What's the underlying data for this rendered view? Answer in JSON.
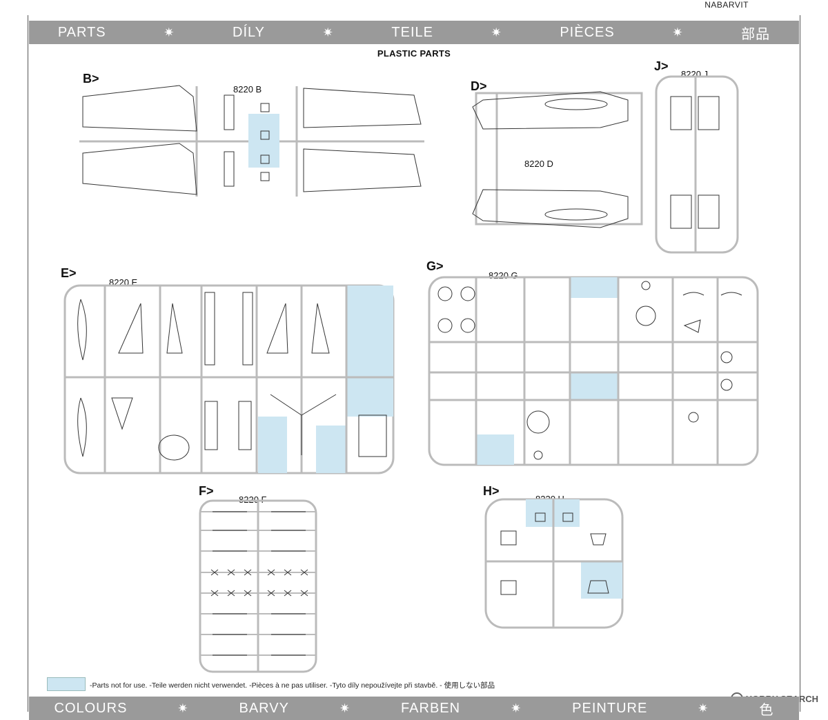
{
  "header": {
    "top_label": "NABARVIT",
    "tabs": [
      "PARTS",
      "DÍLY",
      "TEILE",
      "PIÈCES",
      "部品"
    ],
    "separator": "✷"
  },
  "section_title": "PLASTIC PARTS",
  "sprues": {
    "b": {
      "letter": "B>",
      "code": "8220 B"
    },
    "d": {
      "letter": "D>",
      "code": "8220 D"
    },
    "j": {
      "letter": "J>",
      "code": "8220 J"
    },
    "e": {
      "letter": "E>",
      "code": "8220 E"
    },
    "g": {
      "letter": "G>",
      "code": "8220 G"
    },
    "f": {
      "letter": "F>",
      "code": "8220 F"
    },
    "h": {
      "letter": "H>",
      "code": "8220 H"
    }
  },
  "legend": {
    "text": "-Parts not for use. -Teile werden nicht verwendet. -Pièces à ne pas utiliser. -Tyto díly nepoužívejte při stavbě. -  使用しない部品",
    "color": "#cde6f2"
  },
  "footer": {
    "tabs": [
      "COLOURS",
      "BARVY",
      "FARBEN",
      "PEINTURE",
      "色"
    ]
  },
  "watermark": "HOBBY SEARCH"
}
